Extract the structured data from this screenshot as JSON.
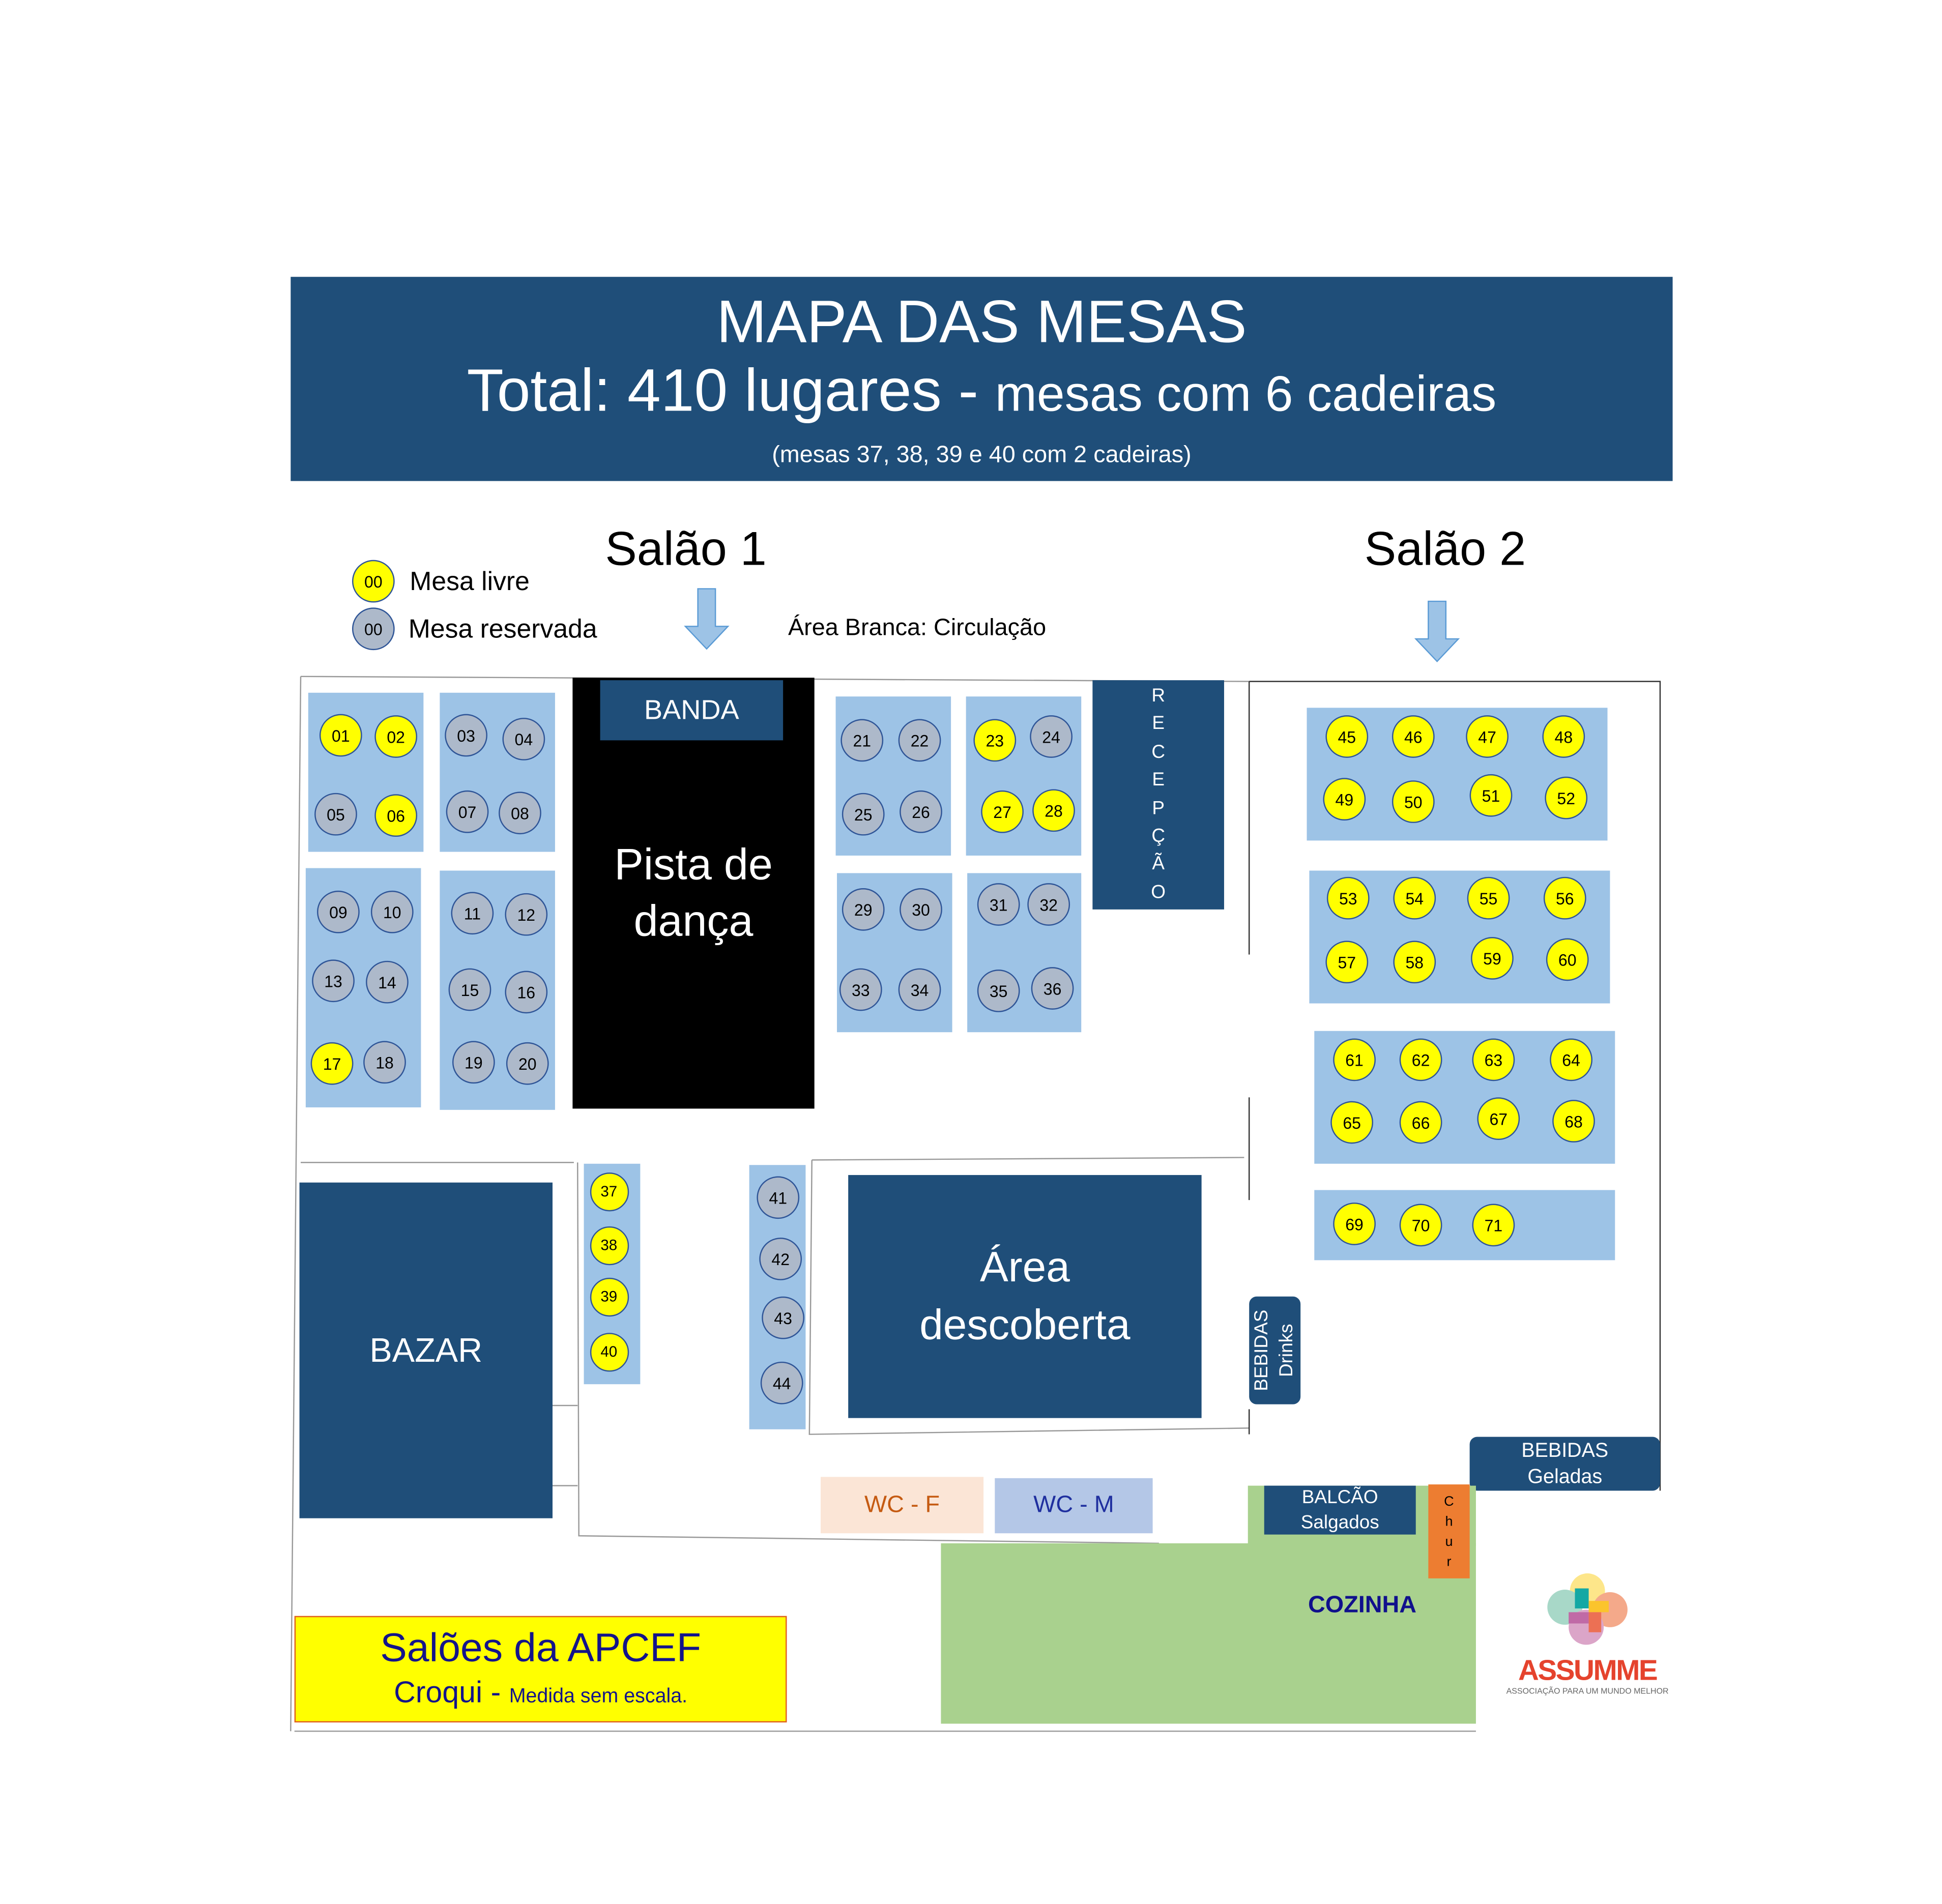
{
  "header": {
    "title": "MAPA DAS MESAS",
    "total_main": "Total: 410 lugares - ",
    "total_sub": "mesas com 6 cadeiras",
    "note": "(mesas 37, 38, 39 e 40 com 2 cadeiras)"
  },
  "legend": {
    "sample_number": "00",
    "free_label": "Mesa livre",
    "reserved_label": "Mesa reservada",
    "circulation_note": "Área Branca: Circulação"
  },
  "halls": {
    "salao1": "Salão 1",
    "salao2": "Salão 2"
  },
  "areas": {
    "banda": "BANDA",
    "pista_line1": "Pista de",
    "pista_line2": "dança",
    "recepcao": [
      "R",
      "E",
      "C",
      "E",
      "P",
      "Ç",
      "Ã",
      "O"
    ],
    "bazar": "BAZAR",
    "descoberta_line1": "Área",
    "descoberta_line2": "descoberta",
    "drinks_line1": "BEBIDAS",
    "drinks_line2": "Drinks",
    "geladas_line1": "BEBIDAS",
    "geladas_line2": "Geladas",
    "balcao_line1": "BALCÃO",
    "balcao_line2": "Salgados",
    "chur": [
      "C",
      "h",
      "u",
      "r"
    ],
    "cozinha": "COZINHA",
    "wc_f": "WC - F",
    "wc_m": "WC - M"
  },
  "footer": {
    "title": "Salões da APCEF",
    "croqui": "Croqui - ",
    "scale_note": "Medida sem escala."
  },
  "logo": {
    "name": "ASSUMME",
    "tagline": "ASSOCIAÇÃO PARA UM MUNDO MELHOR"
  },
  "colors": {
    "header": "#1f4e79",
    "free": "#ffff00",
    "reserved": "#adb9ca",
    "table_area": "#9dc3e6",
    "kitchen": "#a9d18e"
  },
  "tables": [
    {
      "n": "01",
      "s": "free"
    },
    {
      "n": "02",
      "s": "free"
    },
    {
      "n": "03",
      "s": "reserved"
    },
    {
      "n": "04",
      "s": "reserved"
    },
    {
      "n": "05",
      "s": "reserved"
    },
    {
      "n": "06",
      "s": "free"
    },
    {
      "n": "07",
      "s": "reserved"
    },
    {
      "n": "08",
      "s": "reserved"
    },
    {
      "n": "09",
      "s": "reserved"
    },
    {
      "n": "10",
      "s": "reserved"
    },
    {
      "n": "11",
      "s": "reserved"
    },
    {
      "n": "12",
      "s": "reserved"
    },
    {
      "n": "13",
      "s": "reserved"
    },
    {
      "n": "14",
      "s": "reserved"
    },
    {
      "n": "15",
      "s": "reserved"
    },
    {
      "n": "16",
      "s": "reserved"
    },
    {
      "n": "17",
      "s": "free"
    },
    {
      "n": "18",
      "s": "reserved"
    },
    {
      "n": "19",
      "s": "reserved"
    },
    {
      "n": "20",
      "s": "reserved"
    },
    {
      "n": "21",
      "s": "reserved"
    },
    {
      "n": "22",
      "s": "reserved"
    },
    {
      "n": "23",
      "s": "free"
    },
    {
      "n": "24",
      "s": "reserved"
    },
    {
      "n": "25",
      "s": "reserved"
    },
    {
      "n": "26",
      "s": "reserved"
    },
    {
      "n": "27",
      "s": "free"
    },
    {
      "n": "28",
      "s": "free"
    },
    {
      "n": "29",
      "s": "reserved"
    },
    {
      "n": "30",
      "s": "reserved"
    },
    {
      "n": "31",
      "s": "reserved"
    },
    {
      "n": "32",
      "s": "reserved"
    },
    {
      "n": "33",
      "s": "reserved"
    },
    {
      "n": "34",
      "s": "reserved"
    },
    {
      "n": "35",
      "s": "reserved"
    },
    {
      "n": "36",
      "s": "reserved"
    },
    {
      "n": "37",
      "s": "free"
    },
    {
      "n": "38",
      "s": "free"
    },
    {
      "n": "39",
      "s": "free"
    },
    {
      "n": "40",
      "s": "free"
    },
    {
      "n": "41",
      "s": "reserved"
    },
    {
      "n": "42",
      "s": "reserved"
    },
    {
      "n": "43",
      "s": "reserved"
    },
    {
      "n": "44",
      "s": "reserved"
    },
    {
      "n": "45",
      "s": "free"
    },
    {
      "n": "46",
      "s": "free"
    },
    {
      "n": "47",
      "s": "free"
    },
    {
      "n": "48",
      "s": "free"
    },
    {
      "n": "49",
      "s": "free"
    },
    {
      "n": "50",
      "s": "free"
    },
    {
      "n": "51",
      "s": "free"
    },
    {
      "n": "52",
      "s": "free"
    },
    {
      "n": "53",
      "s": "free"
    },
    {
      "n": "54",
      "s": "free"
    },
    {
      "n": "55",
      "s": "free"
    },
    {
      "n": "56",
      "s": "free"
    },
    {
      "n": "57",
      "s": "free"
    },
    {
      "n": "58",
      "s": "free"
    },
    {
      "n": "59",
      "s": "free"
    },
    {
      "n": "60",
      "s": "free"
    },
    {
      "n": "61",
      "s": "free"
    },
    {
      "n": "62",
      "s": "free"
    },
    {
      "n": "63",
      "s": "free"
    },
    {
      "n": "64",
      "s": "free"
    },
    {
      "n": "65",
      "s": "free"
    },
    {
      "n": "66",
      "s": "free"
    },
    {
      "n": "67",
      "s": "free"
    },
    {
      "n": "68",
      "s": "free"
    },
    {
      "n": "69",
      "s": "free"
    },
    {
      "n": "70",
      "s": "free"
    },
    {
      "n": "71",
      "s": "free"
    }
  ]
}
